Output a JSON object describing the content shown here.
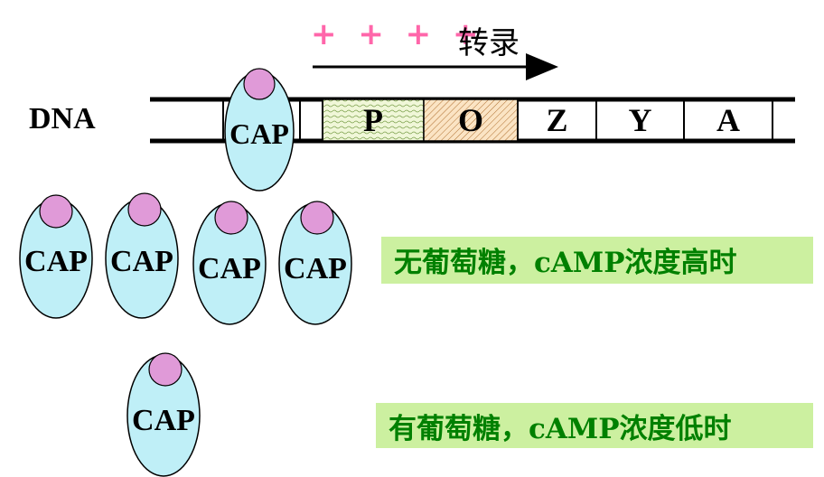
{
  "transcription": {
    "plus_signs": "+ + + +",
    "label": "转录",
    "plus_color": "#ff66aa"
  },
  "dna": {
    "label": "DNA",
    "segments": [
      {
        "label": "P",
        "pattern": "wavy-green"
      },
      {
        "label": "O",
        "pattern": "hatch-orange"
      },
      {
        "label": "Z"
      },
      {
        "label": "Y"
      },
      {
        "label": "A"
      }
    ]
  },
  "cap": {
    "label": "CAP",
    "body_color": "#bfeff7",
    "head_color": "#e09ad8"
  },
  "notes": [
    {
      "text": "无葡萄糖，cAMP浓度高时",
      "background": "#ccf0a0",
      "color": "#008000"
    },
    {
      "text": "有葡萄糖，cAMP浓度低时",
      "background": "#ccf0a0",
      "color": "#008000"
    }
  ]
}
